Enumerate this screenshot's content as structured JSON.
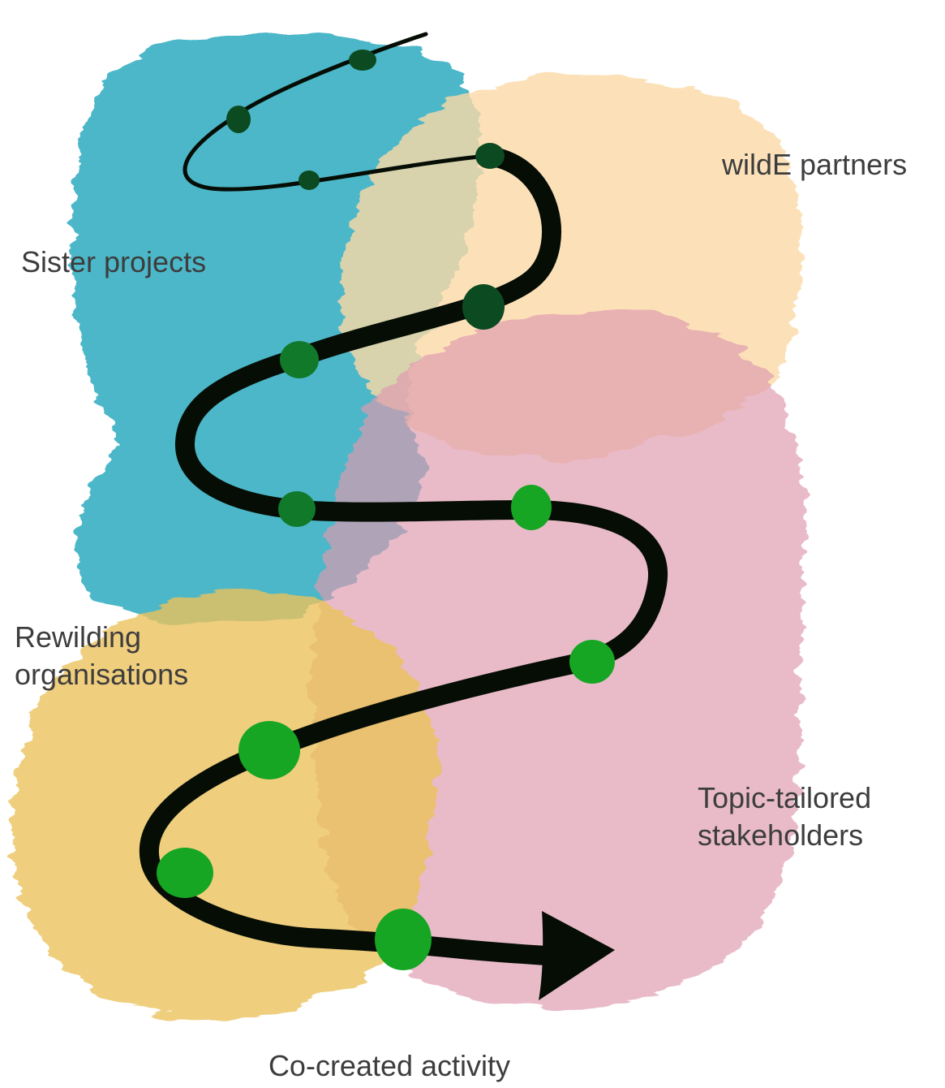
{
  "labels": {
    "wilde_partners": "wildE partners",
    "sister_projects": "Sister projects",
    "rewilding_line1": "Rewilding",
    "rewilding_line2": "organisations",
    "topic_line1": "Topic-tailored",
    "topic_line2": "stakeholders",
    "cocreated": "Co-created activity"
  },
  "colors": {
    "sister_projects": "#19a3b9",
    "wilde_partners": "#fbd9a6",
    "topic_stakeholders": "#df9bb0",
    "rewilding_organisations": "#ebc25c",
    "path": "#050d05",
    "node_dark": "#0c4a22",
    "node_mid": "#117a2a",
    "node_bright": "#16a624"
  },
  "icons": {
    "arrow": "arrow-head-icon"
  }
}
